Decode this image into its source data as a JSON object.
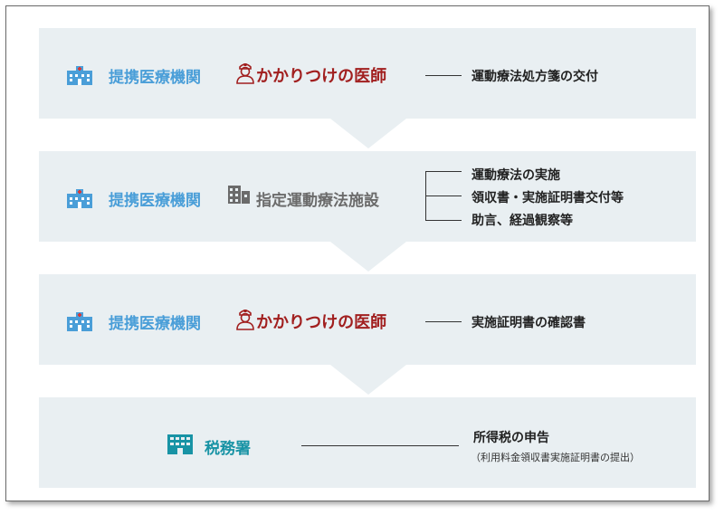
{
  "nodes": {
    "partner_medical": "提携医療機関",
    "family_doctor": "かかりつけの医師",
    "designated_facility": "指定運動療法施設",
    "tax_office": "税務署"
  },
  "results": {
    "step1": "運動療法処方箋の交付",
    "step2": [
      "運動療法の実施",
      "領収書・実施証明書交付等",
      "助言、経過観察等"
    ],
    "step3": "実施証明書の確認書",
    "step4_main": "所得税の申告",
    "step4_sub": "（利用料金領収書実施証明書の提出）"
  },
  "colors": {
    "band": "#e9eff2",
    "blue": "#4a9ed8",
    "red": "#a11f1f",
    "gray": "#6b6b6b",
    "teal": "#1893a5"
  },
  "icons": [
    "hospital-icon",
    "doctor-icon",
    "building-icon",
    "tax-office-icon"
  ]
}
